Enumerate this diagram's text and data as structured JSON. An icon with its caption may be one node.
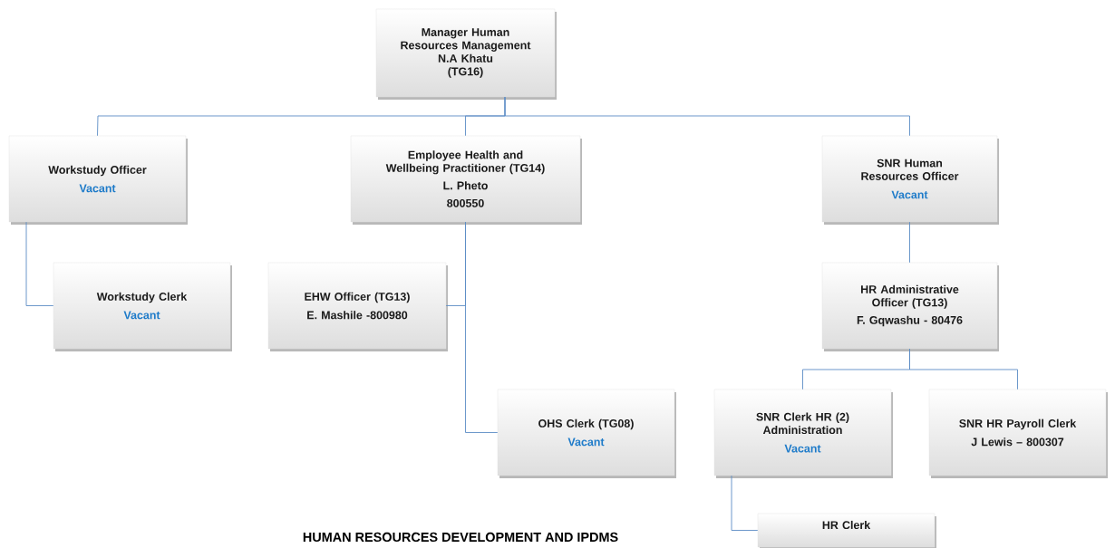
{
  "diagram": {
    "nodes": [
      {
        "text": [
          "Manager Human Resources Management",
          "N.A Khatu",
          "(TG16)"
        ]
      },
      {
        "text": [
          "Workstudy Officer",
          "Vacant"
        ]
      },
      {
        "text": [
          "Employee Health and Wellbeing Practitioner (TG14)",
          "L. Pheto",
          "800550"
        ]
      },
      {
        "text": [
          "SNR Human Resources Officer",
          "Vacant"
        ]
      },
      {
        "text": [
          "Workstudy Clerk",
          "Vacant"
        ]
      },
      {
        "text": [
          "EHW Officer (TG13)",
          "E. Mashile -800980"
        ]
      },
      {
        "text": [
          "HR Administrative Officer (TG13)",
          "F. Gqwashu - 80476"
        ]
      },
      {
        "text": [
          "OHS Clerk (TG08)",
          "Vacant"
        ]
      },
      {
        "text": [
          "SNR Clerk HR (2) Administration",
          "Vacant"
        ]
      },
      {
        "text": [
          "SNR HR Payroll Clerk",
          "J Lewis – 800307"
        ]
      },
      {
        "text": [
          "HR Clerk"
        ]
      }
    ],
    "edges": [
      {
        "from": 0,
        "to": 1,
        "arrow": "none"
      },
      {
        "from": 0,
        "to": 2,
        "arrow": "none"
      },
      {
        "from": 0,
        "to": 3,
        "arrow": "none"
      },
      {
        "from": 1,
        "to": 4,
        "arrow": "none"
      },
      {
        "from": 2,
        "to": 5,
        "arrow": "none"
      },
      {
        "from": 2,
        "to": 7,
        "arrow": "none"
      },
      {
        "from": 3,
        "to": 6,
        "arrow": "none"
      },
      {
        "from": 6,
        "to": 8,
        "arrow": "none"
      },
      {
        "from": 6,
        "to": 9,
        "arrow": "none"
      },
      {
        "from": 8,
        "to": 10,
        "arrow": "none"
      }
    ],
    "labels": [
      "HUMAN RESOURCES DEVELOPMENT AND IPDMS"
    ]
  }
}
